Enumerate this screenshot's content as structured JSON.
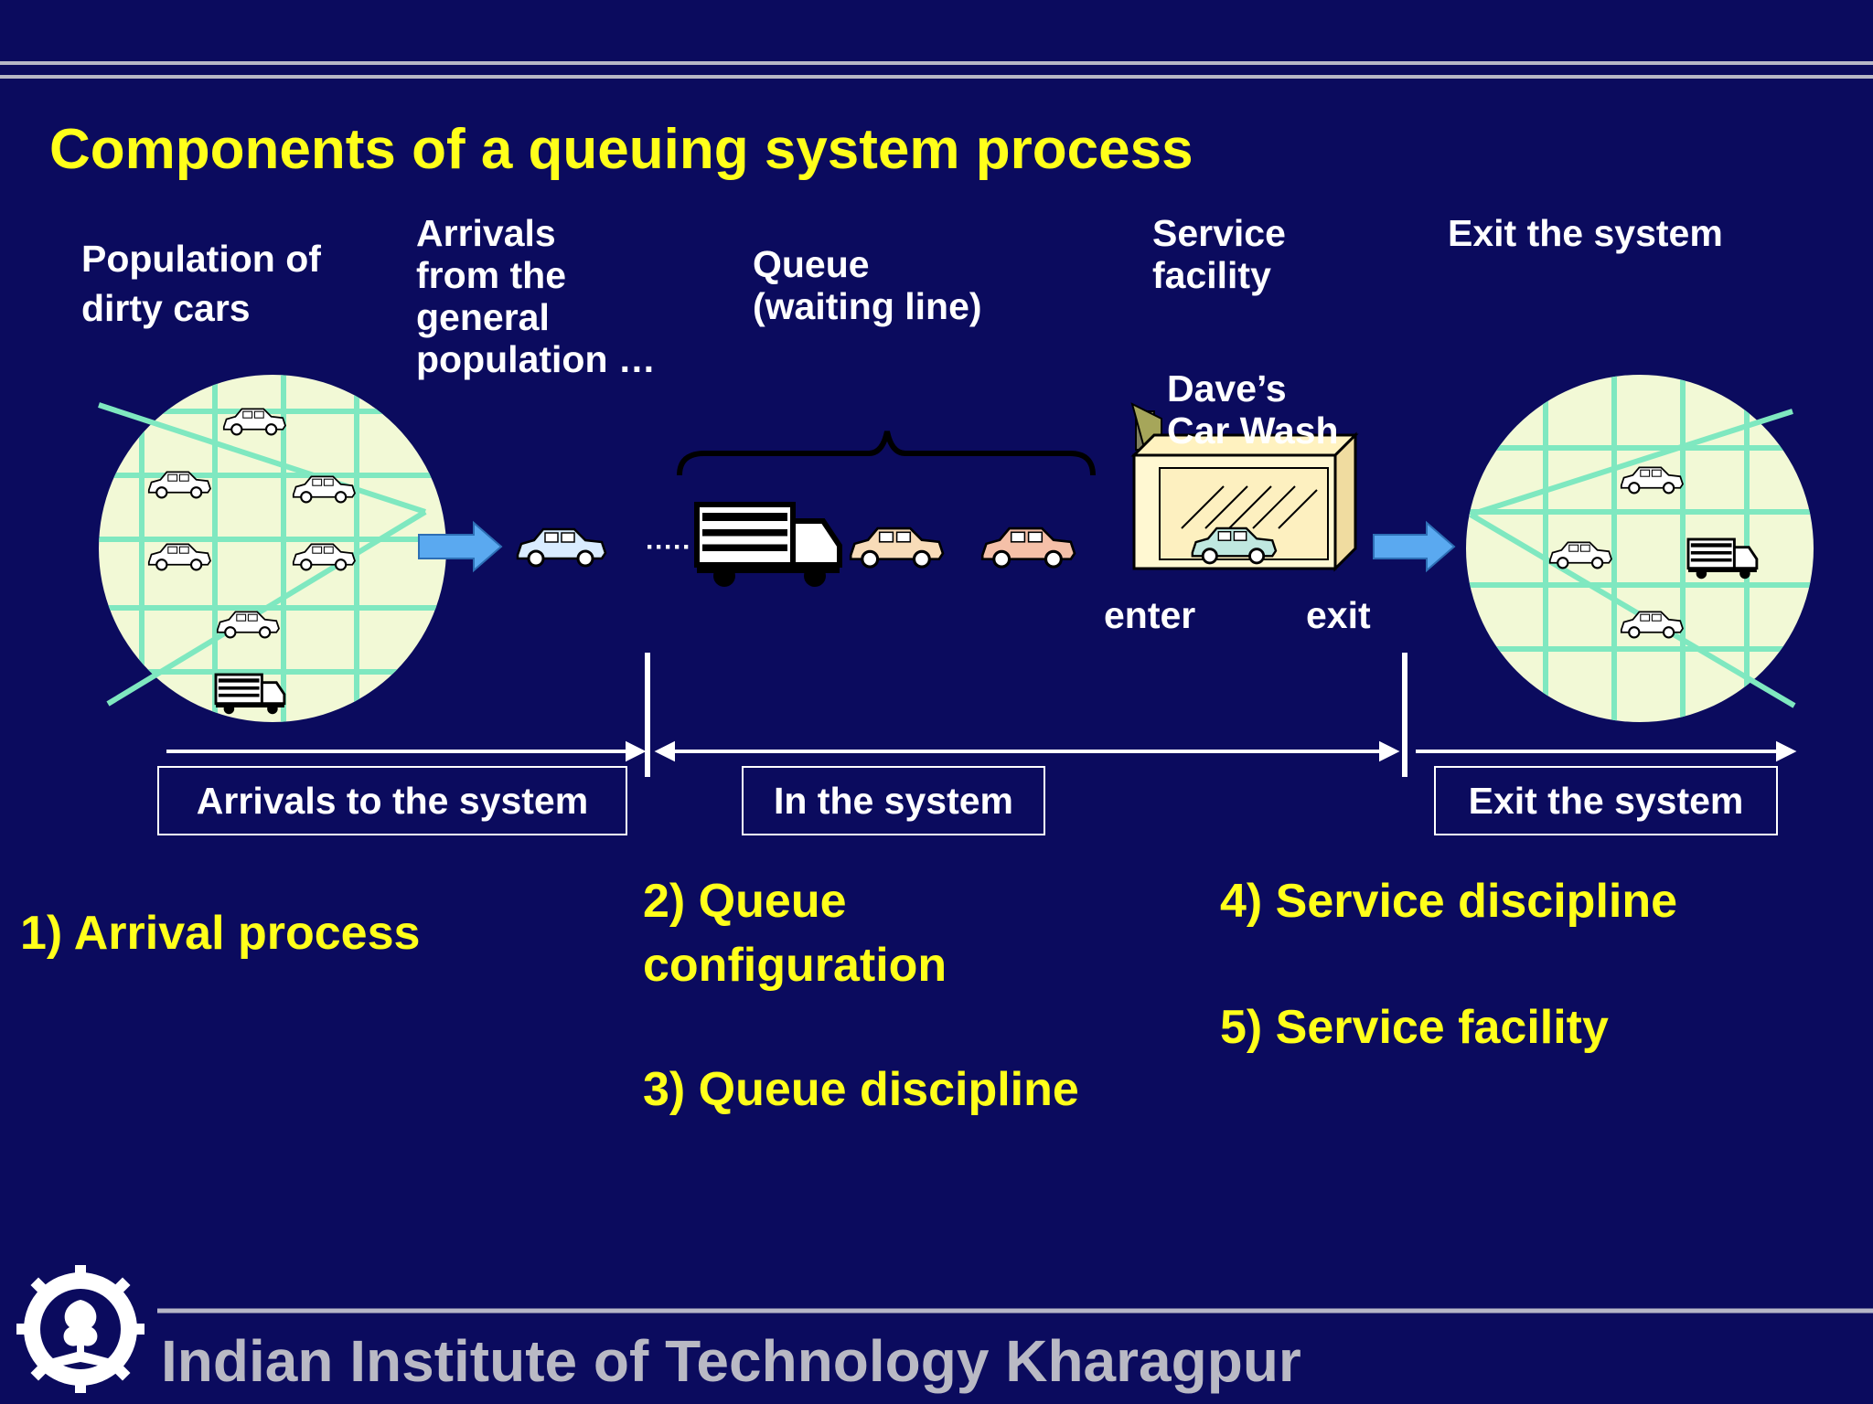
{
  "title": "Components of a queuing system process",
  "labels": {
    "population": [
      "Population of",
      "dirty cars"
    ],
    "arrivals": [
      "Arrivals",
      "from the",
      "general",
      "population …"
    ],
    "queue": [
      "Queue",
      "(waiting line)"
    ],
    "service": [
      "Service",
      "facility"
    ],
    "exit_top": "Exit the system",
    "car_wash": [
      "Dave’s",
      "Car Wash"
    ],
    "enter": "enter",
    "exit": "exit"
  },
  "stages": {
    "arrivals": "Arrivals to the system",
    "in_system": "In the system",
    "exit": "Exit the system"
  },
  "components": {
    "c1": "1) Arrival process",
    "c2": [
      "2) Queue",
      "configuration"
    ],
    "c3": "3) Queue discipline",
    "c4": "4) Service discipline",
    "c5": "5) Service facility"
  },
  "footer": "Indian Institute of Technology Kharagpur",
  "colors": {
    "background": "#0b0b5e",
    "title": "#ffff1a",
    "label": "#ffffff",
    "circle_fill": "#f2f9d6",
    "grid": "#7fe8c0",
    "arrow": "#5aa9f0",
    "footer": "#b9b9c4"
  },
  "icons": [
    "car-icon",
    "truck-icon",
    "car-wash-icon",
    "iit-logo-icon"
  ]
}
